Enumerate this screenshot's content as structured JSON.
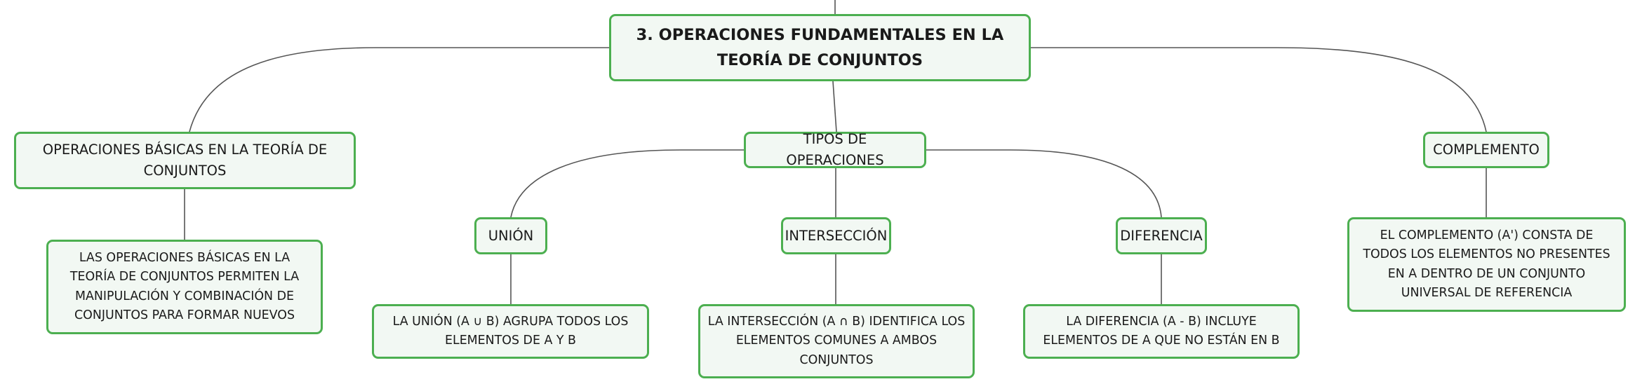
{
  "root": {
    "title": "3. OPERACIONES FUNDAMENTALES EN LA TEORÍA DE CONJUNTOS"
  },
  "branches": {
    "basicas": {
      "label": "OPERACIONES BÁSICAS EN LA TEORÍA DE CONJUNTOS",
      "detail": "LAS OPERACIONES BÁSICAS EN LA TEORÍA DE CONJUNTOS PERMITEN LA MANIPULACIÓN Y COMBINACIÓN DE CONJUNTOS PARA FORMAR NUEVOS"
    },
    "tipos": {
      "label": "TIPOS DE OPERACIONES",
      "union": {
        "label": "UNIÓN",
        "detail": "LA UNIÓN (A ∪ B) AGRUPA TODOS LOS ELEMENTOS DE A Y B"
      },
      "interseccion": {
        "label": "INTERSECCIÓN",
        "detail": "LA INTERSECCIÓN (A ∩ B) IDENTIFICA LOS ELEMENTOS COMUNES A AMBOS CONJUNTOS"
      },
      "diferencia": {
        "label": "DIFERENCIA",
        "detail": "LA DIFERENCIA (A - B) INCLUYE ELEMENTOS DE A QUE NO ESTÁN EN B"
      }
    },
    "complemento": {
      "label": "COMPLEMENTO",
      "detail": "EL COMPLEMENTO (A') CONSTA DE TODOS LOS ELEMENTOS NO PRESENTES EN A DENTRO DE UN CONJUNTO UNIVERSAL DE REFERENCIA"
    }
  },
  "colors": {
    "node_border": "#4caf50",
    "node_fill": "#f2f8f3",
    "connector": "#555555"
  }
}
